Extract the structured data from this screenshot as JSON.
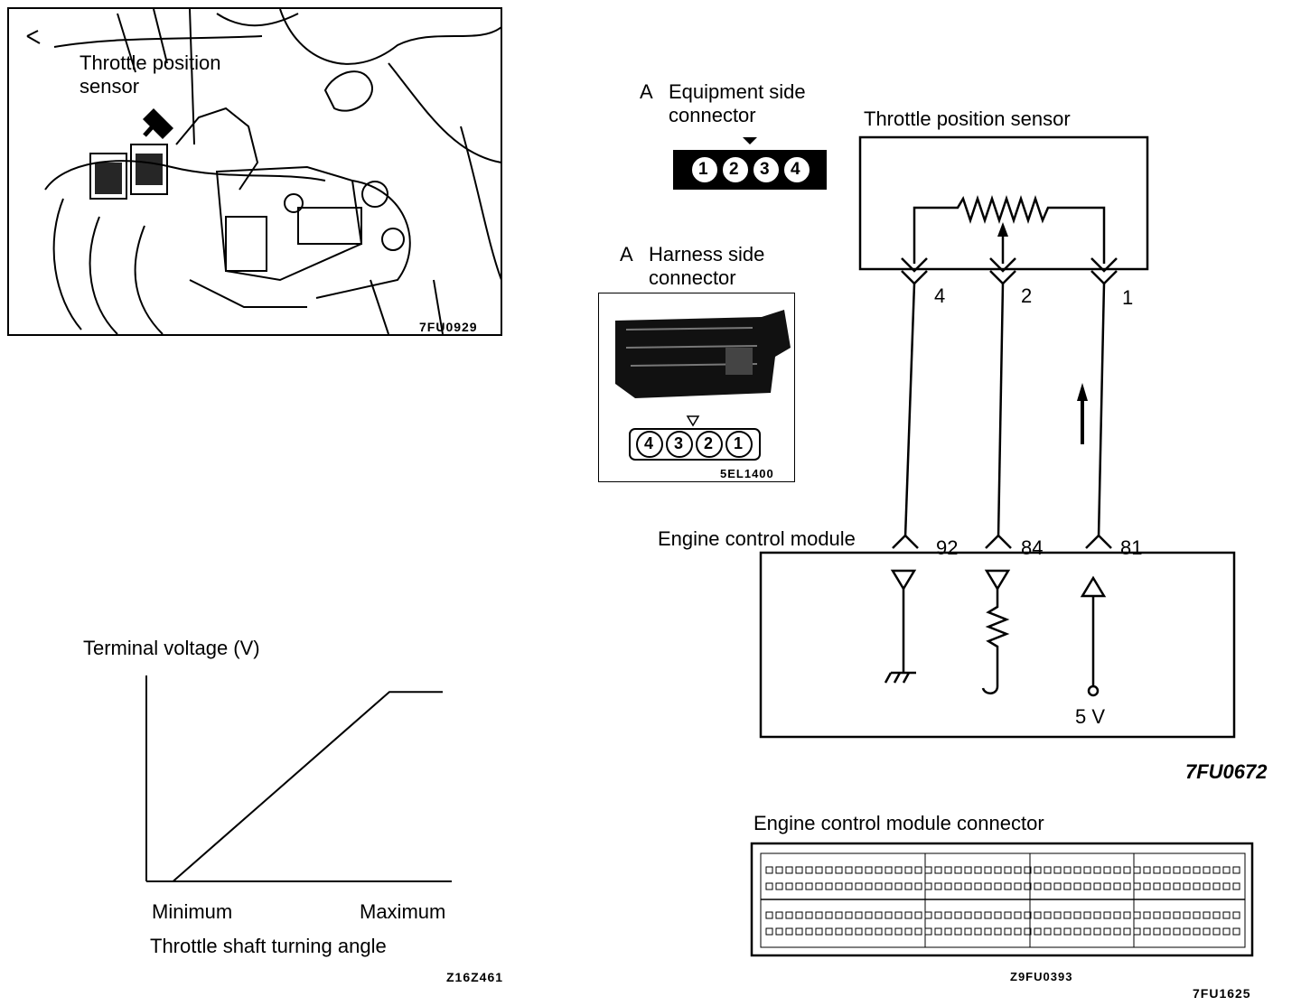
{
  "photo_panel": {
    "label_line1": "Throttle position",
    "label_line2": "sensor",
    "code": "7FU0929"
  },
  "equipment_connector": {
    "letter": "A",
    "title_line1": "Equipment side",
    "title_line2": "connector",
    "pins": [
      "1",
      "2",
      "3",
      "4"
    ]
  },
  "harness_connector": {
    "letter": "A",
    "title_line1": "Harness side",
    "title_line2": "connector",
    "pins": [
      "4",
      "3",
      "2",
      "1"
    ],
    "code": "5EL1400"
  },
  "circuit": {
    "sensor_title": "Throttle position sensor",
    "sensor_terminals": [
      "4",
      "2",
      "1"
    ],
    "module_title": "Engine control module",
    "module_terminals": [
      "92",
      "84",
      "81"
    ],
    "supply": "5 V",
    "code": "7FU0672"
  },
  "chart": {
    "code": "Z16Z461"
  },
  "chart_data": {
    "type": "line",
    "title": "",
    "ylabel": "Terminal voltage (V)",
    "xlabel": "Throttle shaft turning angle",
    "x_tick_labels": [
      "Minimum",
      "Maximum"
    ],
    "series": [
      {
        "x": [
          0.09,
          0.82,
          1.0
        ],
        "y": [
          0.0,
          0.92,
          0.92
        ]
      }
    ],
    "xlim": [
      0,
      1
    ],
    "ylim": [
      0,
      1
    ],
    "grid": false
  },
  "ecm_connector": {
    "title": "Engine control module connector",
    "code": "Z9FU0393"
  },
  "page_code": "7FU1625"
}
